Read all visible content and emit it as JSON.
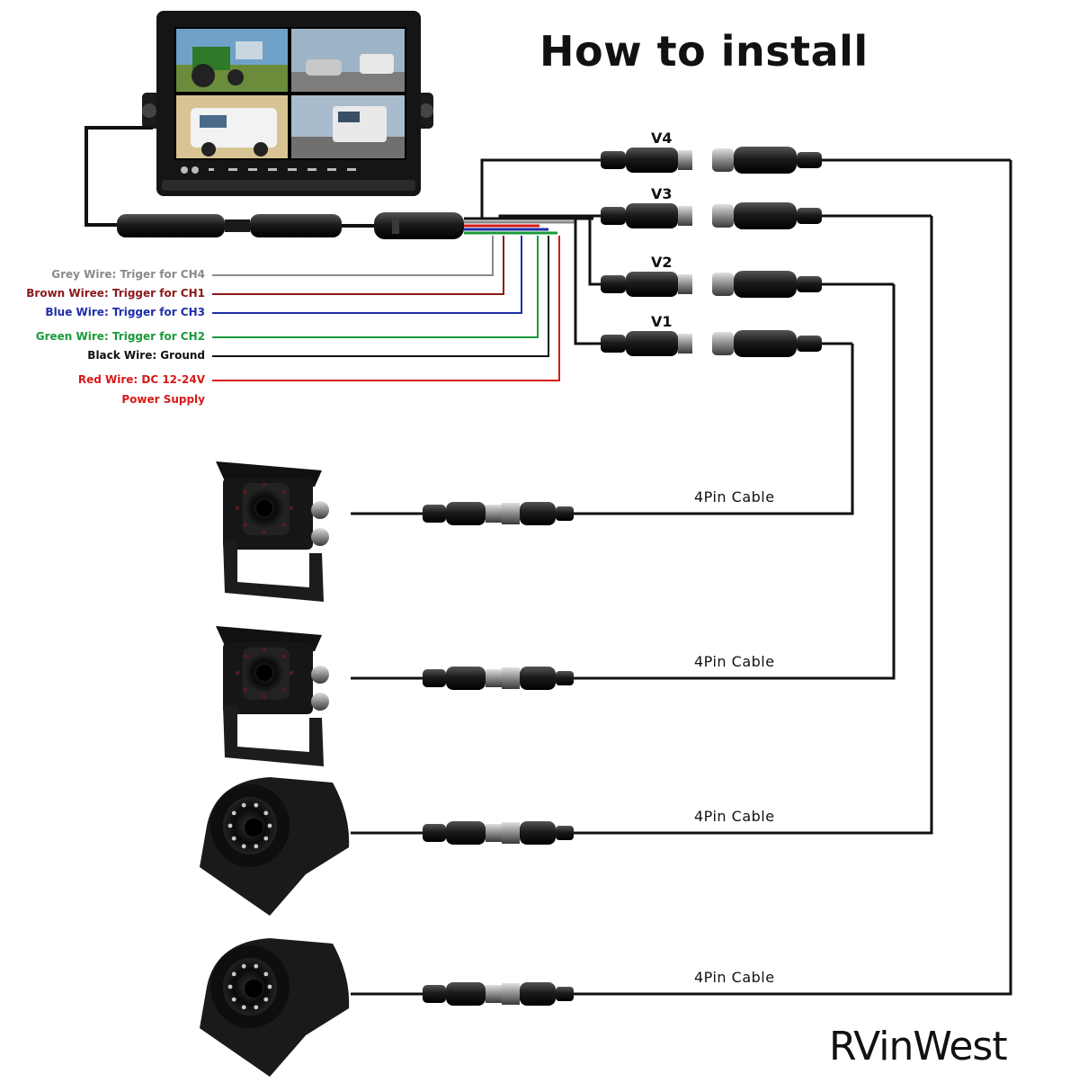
{
  "title": "How to install",
  "colors": {
    "grey": "#8a8a8a",
    "brown": "#8b1a1a",
    "blue": "#1c2fa8",
    "green": "#1a9a3a",
    "black": "#111111",
    "red": "#d81818"
  },
  "wires": [
    {
      "label": "Grey Wire: Triger for CH4",
      "color": "grey"
    },
    {
      "label": "Brown Wiree: Trigger for CH1",
      "color": "brown"
    },
    {
      "label": "Blue Wire: Trigger for CH3",
      "color": "blue"
    },
    {
      "label": "Green Wire: Trigger for CH2",
      "color": "green"
    },
    {
      "label": "Black Wire: Ground",
      "color": "black"
    },
    {
      "label": "Red Wire: DC 12-24V",
      "color": "red"
    }
  ],
  "power_supply_label": "Power Supply",
  "video_inputs": [
    {
      "label": "V4"
    },
    {
      "label": "V3"
    },
    {
      "label": "V2"
    },
    {
      "label": "V1"
    }
  ],
  "cameras": [
    {
      "type": "box-camera",
      "cable_label": "4Pin Cable"
    },
    {
      "type": "box-camera",
      "cable_label": "4Pin Cable"
    },
    {
      "type": "dome-side-camera",
      "cable_label": "4Pin Cable"
    },
    {
      "type": "dome-side-camera",
      "cable_label": "4Pin Cable"
    }
  ],
  "brand": "RVinWest"
}
